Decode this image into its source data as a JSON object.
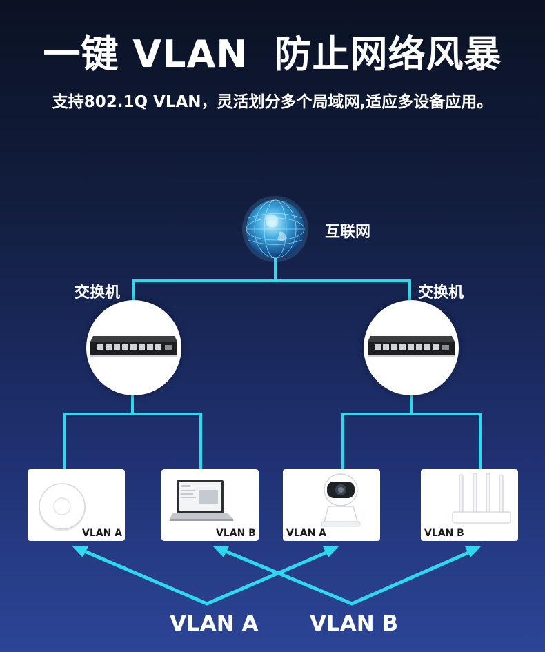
{
  "header": {
    "title_part1": "一键 VLAN",
    "title_part2": "防止网络风暴",
    "subtitle": "支持802.1Q VLAN，灵活划分多个局域网,适应多设备应用。"
  },
  "topology": {
    "internet_label": "互联网",
    "switch_left_label": "交换机",
    "switch_right_label": "交换机"
  },
  "devices": [
    {
      "icon": "access-point-icon",
      "vlan": "VLAN  A"
    },
    {
      "icon": "laptop-icon",
      "vlan": "VLAN  B"
    },
    {
      "icon": "camera-icon",
      "vlan": "VLAN  A"
    },
    {
      "icon": "router-icon",
      "vlan": "VLAN  B"
    }
  ],
  "legend": {
    "vlan_a": "VLAN  A",
    "vlan_b": "VLAN  B"
  },
  "colors": {
    "line": "#2fd8ec",
    "background_top": "#0b1224",
    "background_bottom": "#2c4596"
  }
}
